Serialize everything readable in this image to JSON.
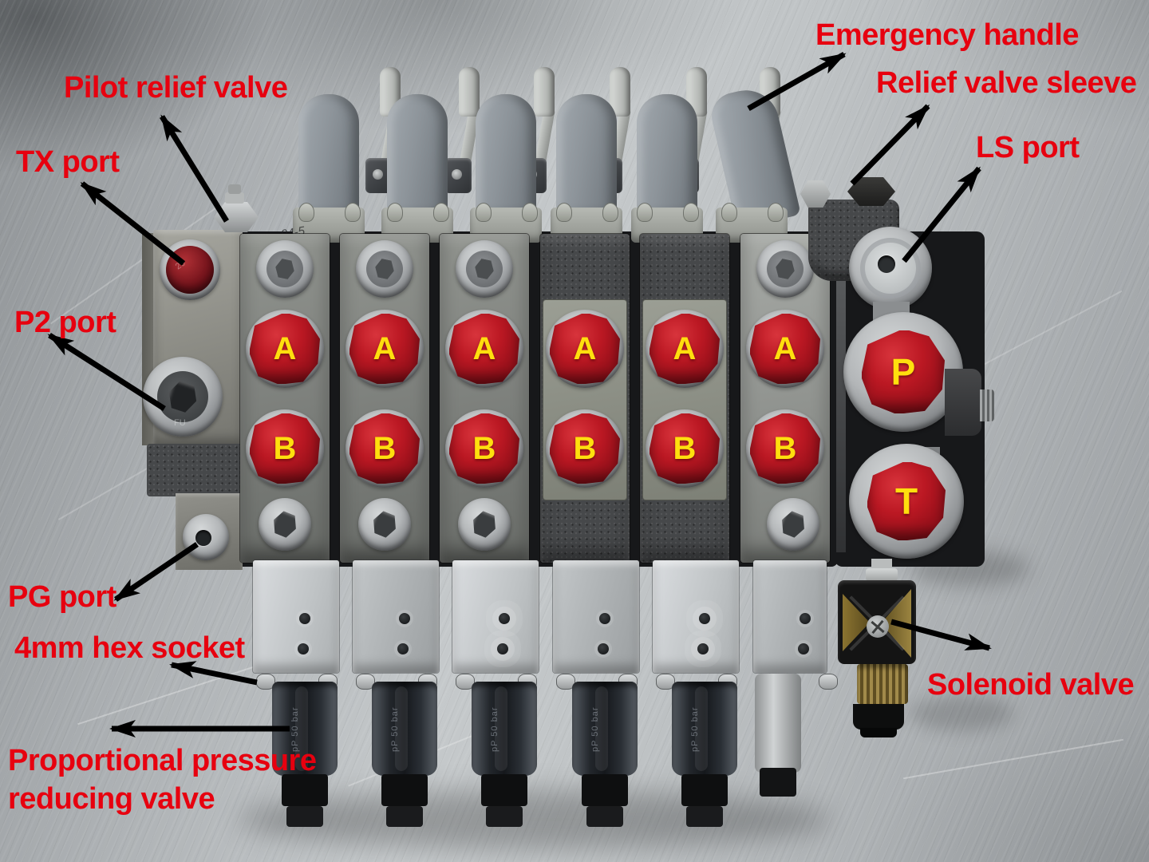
{
  "annotations": [
    {
      "id": "pilot-relief-valve",
      "lines": [
        "Pilot relief valve"
      ]
    },
    {
      "id": "tx-port",
      "lines": [
        "TX port"
      ]
    },
    {
      "id": "p2-port",
      "lines": [
        "P2 port"
      ]
    },
    {
      "id": "pg-port",
      "lines": [
        "PG port"
      ]
    },
    {
      "id": "hex-socket",
      "lines": [
        "4mm hex socket"
      ]
    },
    {
      "id": "prop-reducing-valve",
      "lines": [
        "Proportional pressure",
        "reducing valve"
      ]
    },
    {
      "id": "emergency-handle",
      "lines": [
        "Emergency handle"
      ]
    },
    {
      "id": "relief-valve-sleeve",
      "lines": [
        "Relief valve sleeve"
      ]
    },
    {
      "id": "ls-port",
      "lines": [
        "LS port"
      ]
    },
    {
      "id": "solenoid-valve",
      "lines": [
        "Solenoid valve"
      ]
    }
  ],
  "ports": {
    "a": [
      "A",
      "A",
      "A",
      "A",
      "A",
      "A"
    ],
    "b": [
      "B",
      "B",
      "B",
      "B",
      "B",
      "B"
    ],
    "p": "P",
    "t": "T"
  },
  "markings": {
    "collar_scribble": "04-5",
    "tx_cap": "20",
    "p2_plug": "FU",
    "coil_label": "pP 50 bar"
  },
  "colors": {
    "label_red": "#e7000f",
    "arrow": "#000000",
    "cap_red": "#b01420",
    "port_letter_yellow": "#ffdf0e"
  }
}
